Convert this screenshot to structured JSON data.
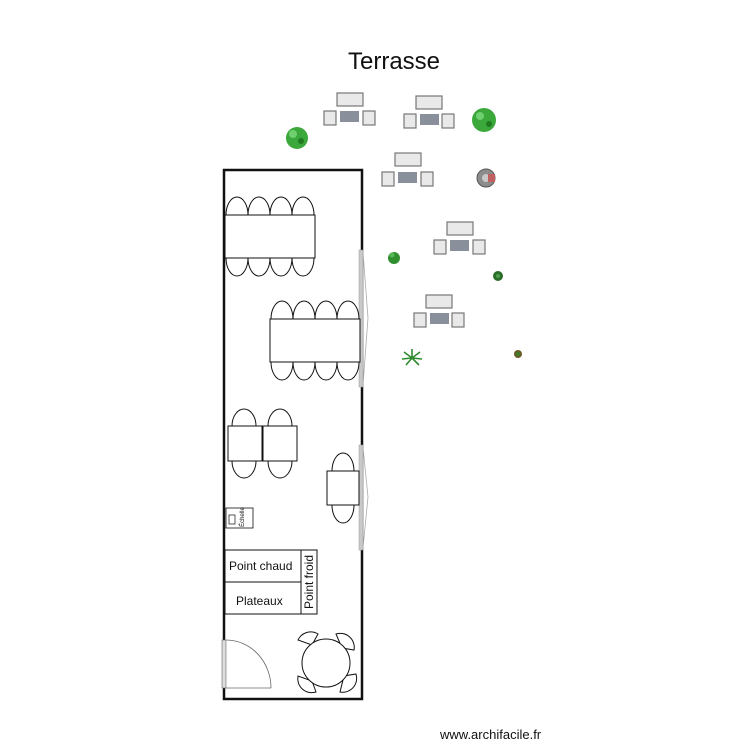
{
  "title": "Terrasse",
  "labels": {
    "hot_station": "Point chaud",
    "trays": "Plateaux",
    "cold_station": "Point froid",
    "ladder_tag": "Échelle"
  },
  "credit": "www.archifacile.fr",
  "colors": {
    "wall": "#111111",
    "glass_door": "#b8b8b8",
    "furniture_gray": "#8a8f9c",
    "furniture_light": "#e9e9e9",
    "plant_green": "#3aa83a"
  }
}
